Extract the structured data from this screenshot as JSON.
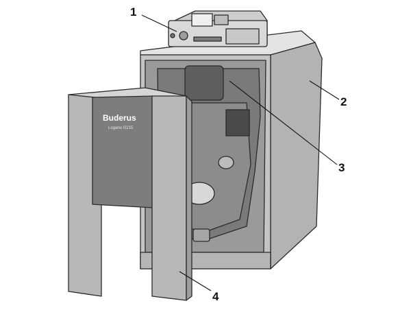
{
  "callouts": {
    "one": "1",
    "two": "2",
    "three": "3",
    "four": "4"
  },
  "brand": {
    "name": "Buderus",
    "model": "Logano G215"
  },
  "colors": {
    "panel_light": "#bdbdbd",
    "panel_mid": "#a8a8a8",
    "panel_dark": "#8a8a8a",
    "inner_dark": "#6e6e6e",
    "outline": "#2a2a2a",
    "top_face": "#e2e2e2"
  },
  "icons": [
    "control-unit-icon",
    "burner-door-icon",
    "boiler-casing-icon",
    "front-panel-icon"
  ]
}
